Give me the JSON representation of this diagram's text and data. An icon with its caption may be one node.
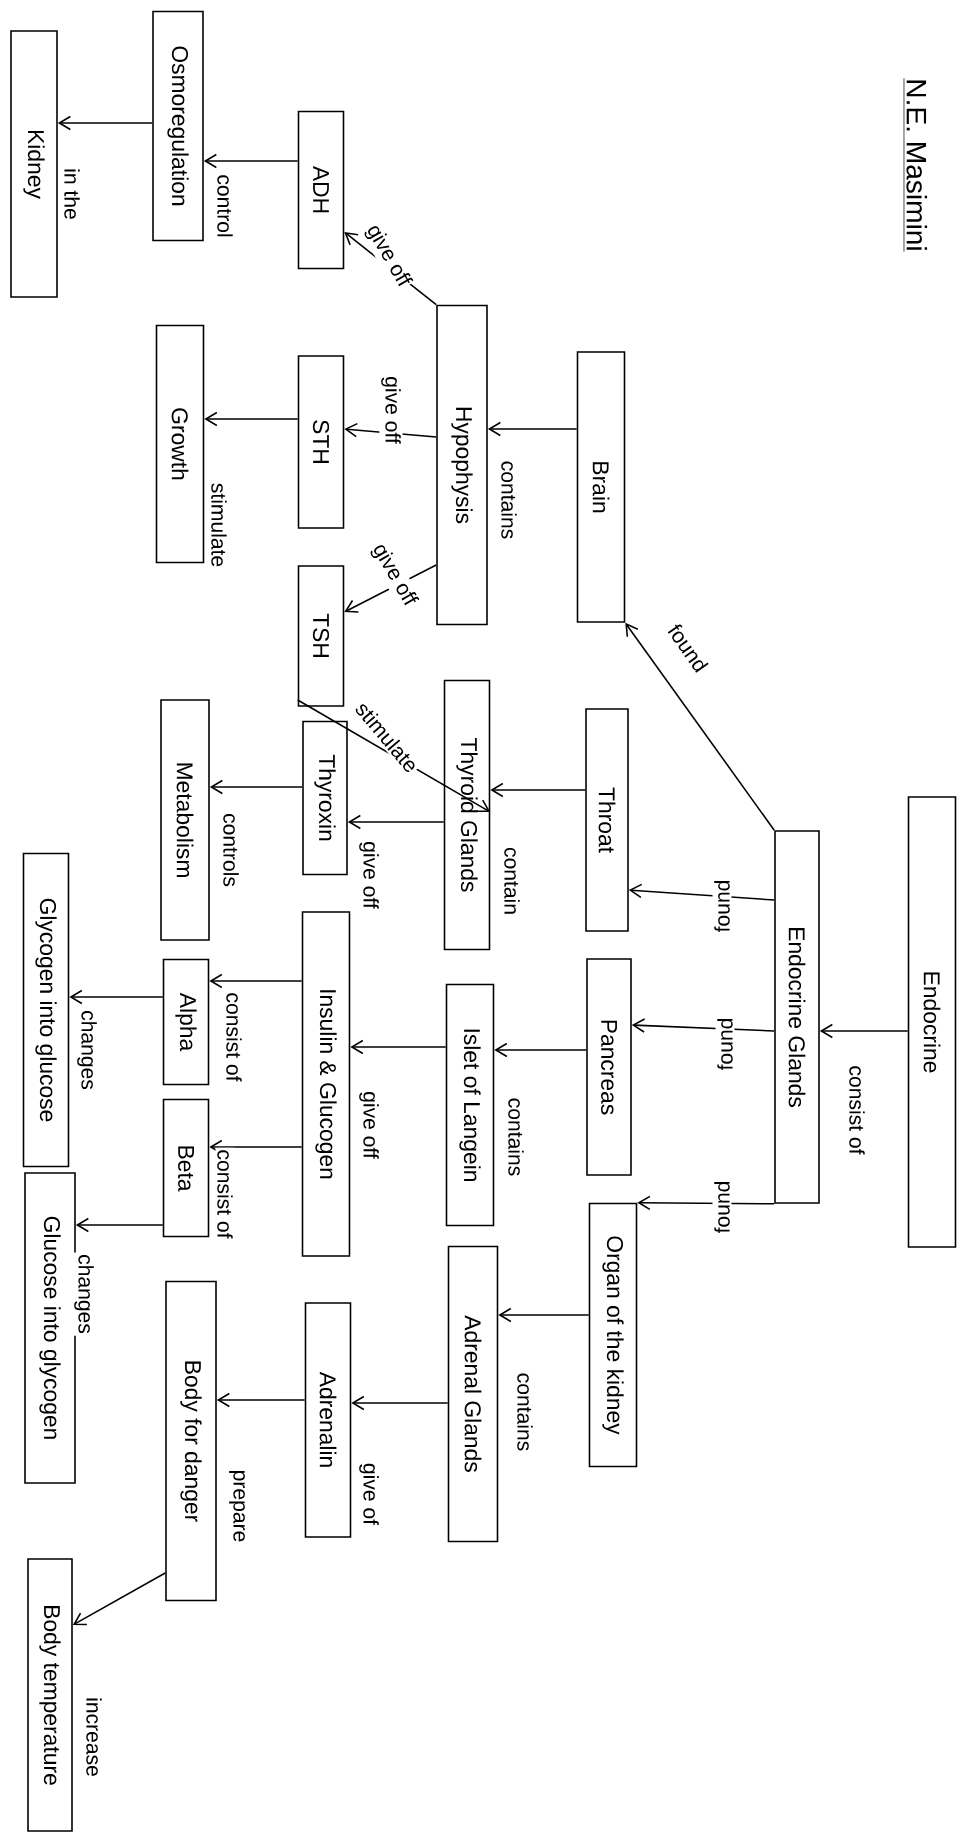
{
  "diagram": {
    "title": "N.E. Masimini",
    "nodes": [
      {
        "text": [
          "Endocrine"
        ]
      },
      {
        "text": [
          "Endocrine Glands"
        ]
      },
      {
        "text": [
          "Brain"
        ]
      },
      {
        "text": [
          "Throat"
        ]
      },
      {
        "text": [
          "Pancreas"
        ]
      },
      {
        "text": [
          "Organ of the kidney"
        ]
      },
      {
        "text": [
          "Hypophysis"
        ]
      },
      {
        "text": [
          "Thyroid Glands"
        ]
      },
      {
        "text": [
          "Islet of Langein"
        ]
      },
      {
        "text": [
          "Adrenal Glands"
        ]
      },
      {
        "text": [
          "ADH"
        ]
      },
      {
        "text": [
          "STH"
        ]
      },
      {
        "text": [
          "TSH"
        ]
      },
      {
        "text": [
          "Thyroxin"
        ]
      },
      {
        "text": [
          "Insulin & Glucogen"
        ]
      },
      {
        "text": [
          "Adrenalin"
        ]
      },
      {
        "text": [
          "Osmoregulation"
        ]
      },
      {
        "text": [
          "Growth"
        ]
      },
      {
        "text": [
          "Metabolism"
        ]
      },
      {
        "text": [
          "Alpha"
        ]
      },
      {
        "text": [
          "Beta"
        ]
      },
      {
        "text": [
          "Body for danger"
        ]
      },
      {
        "text": [
          "Kidney"
        ]
      },
      {
        "text": [
          "Glycogen into glucose"
        ]
      },
      {
        "text": [
          "Glucose into glycogen"
        ]
      },
      {
        "text": [
          "Body temperature"
        ]
      }
    ],
    "edges": [
      {
        "from": 0,
        "to": 1,
        "arrow": "to",
        "label": "consist of"
      },
      {
        "from": 1,
        "to": 2,
        "arrow": "to",
        "label": "found"
      },
      {
        "from": 1,
        "to": 3,
        "arrow": "to",
        "label": "found"
      },
      {
        "from": 1,
        "to": 4,
        "arrow": "to",
        "label": "found"
      },
      {
        "from": 1,
        "to": 5,
        "arrow": "to",
        "label": "found"
      },
      {
        "from": 2,
        "to": 6,
        "arrow": "to",
        "label": "contains"
      },
      {
        "from": 3,
        "to": 7,
        "arrow": "to",
        "label": "contain"
      },
      {
        "from": 4,
        "to": 8,
        "arrow": "to",
        "label": "contains"
      },
      {
        "from": 5,
        "to": 9,
        "arrow": "to",
        "label": "contains"
      },
      {
        "from": 6,
        "to": 10,
        "arrow": "to",
        "label": "give off"
      },
      {
        "from": 6,
        "to": 11,
        "arrow": "to",
        "label": "give off"
      },
      {
        "from": 6,
        "to": 12,
        "arrow": "to",
        "label": "give off"
      },
      {
        "from": 12,
        "to": 7,
        "arrow": "to",
        "label": "stimulate"
      },
      {
        "from": 7,
        "to": 13,
        "arrow": "to",
        "label": "give off"
      },
      {
        "from": 8,
        "to": 14,
        "arrow": "to",
        "label": "give off"
      },
      {
        "from": 9,
        "to": 15,
        "arrow": "to",
        "label": "give of"
      },
      {
        "from": 10,
        "to": 16,
        "arrow": "to",
        "label": "control"
      },
      {
        "from": 16,
        "to": 22,
        "arrow": "to",
        "label": "in the"
      },
      {
        "from": 11,
        "to": 17,
        "arrow": "to",
        "label": "stimulate"
      },
      {
        "from": 13,
        "to": 18,
        "arrow": "to",
        "label": "controls"
      },
      {
        "from": 14,
        "to": 19,
        "arrow": "to",
        "label": "consist of"
      },
      {
        "from": 14,
        "to": 20,
        "arrow": "to",
        "label": "consist of"
      },
      {
        "from": 19,
        "to": 23,
        "arrow": "to",
        "label": "changes"
      },
      {
        "from": 20,
        "to": 24,
        "arrow": "to",
        "label": "changes"
      },
      {
        "from": 15,
        "to": 21,
        "arrow": "to",
        "label": "prepare"
      },
      {
        "from": 21,
        "to": 25,
        "arrow": "to",
        "label": "increase"
      }
    ]
  }
}
